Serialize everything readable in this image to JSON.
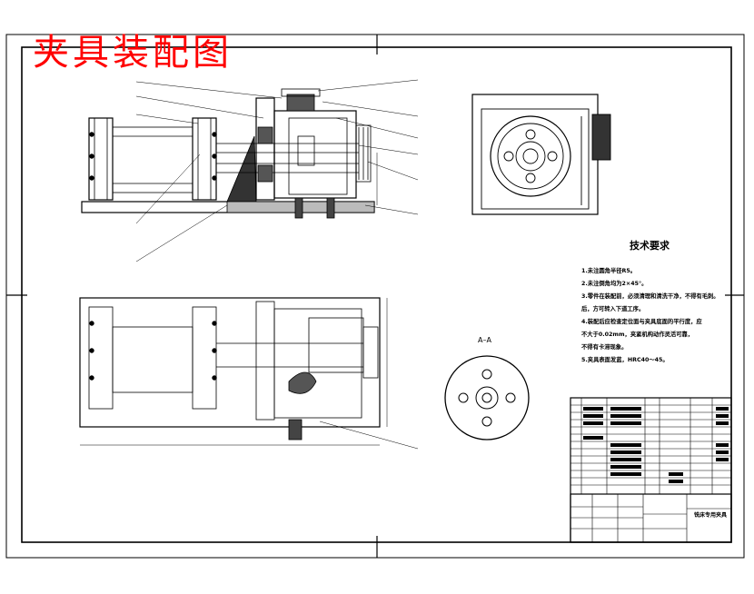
{
  "drawing": {
    "title": "夹具装配图",
    "section_label": "A–A",
    "title_block_name": "铣床专用夹具",
    "tech_requirements": {
      "heading": "技术要求",
      "items": [
        "1.未注圆角半径R5。",
        "2.未注倒角均为2×45°。",
        "3.零件在装配前，必须清理和清洗干净，不得有毛刺。",
        "后，方可转入下道工序。",
        "4.装配后应检查定位面与夹具底面的平行度，应",
        "不大于0.02mm，夹紧机构动作灵活可靠，",
        "不得有卡滞现象。",
        "5.夹具表面发蓝，HRC40～45。"
      ]
    },
    "colors": {
      "title": "#ff0000",
      "lines": "#000000",
      "paper": "#ffffff"
    }
  }
}
